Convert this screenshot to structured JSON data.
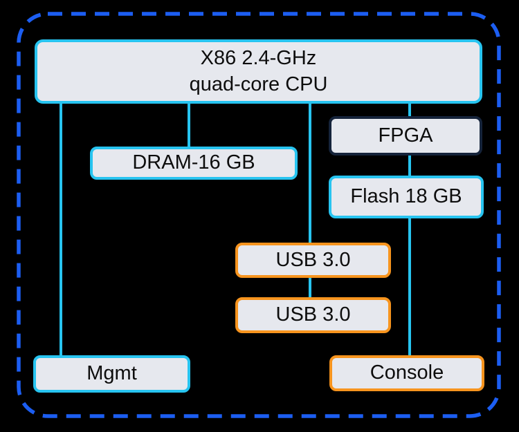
{
  "diagram": {
    "description": "Hardware block diagram of a device: CPU connected to memory, FPGA, flash, USB and management/console ports",
    "nodes": {
      "cpu": {
        "line1": "X86 2.4-GHz",
        "line2": "quad-core CPU"
      },
      "dram": {
        "label": "DRAM-16 GB"
      },
      "fpga": {
        "label": "FPGA"
      },
      "flash": {
        "label": "Flash 18 GB"
      },
      "usb_top": {
        "label": "USB 3.0"
      },
      "usb_bottom": {
        "label": "USB 3.0"
      },
      "mgmt": {
        "label": "Mgmt"
      },
      "console": {
        "label": "Console"
      }
    },
    "edges": [
      {
        "from": "cpu",
        "to": "mgmt"
      },
      {
        "from": "cpu",
        "to": "dram"
      },
      {
        "from": "cpu",
        "to": "usb_top"
      },
      {
        "from": "usb_top",
        "to": "usb_bottom"
      },
      {
        "from": "cpu",
        "to": "fpga"
      },
      {
        "from": "fpga",
        "to": "flash"
      },
      {
        "from": "flash",
        "to": "console"
      }
    ]
  },
  "colors": {
    "background": "#000000",
    "box_fill": "#e6e8ee",
    "text": "#0d0d0d",
    "cyan_border": "#27c4f0",
    "orange_border": "#f7941e",
    "navy_border": "#15233a",
    "dashed_border": "#1c5ef2",
    "connector": "#27c4f0"
  }
}
